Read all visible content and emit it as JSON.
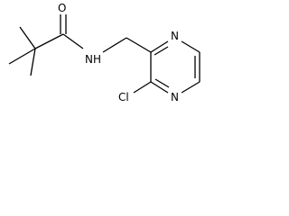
{
  "structure": {
    "atoms": {
      "oxygen": "O",
      "amide_nh": "NH",
      "ring_n_top": "N",
      "ring_n_bottom": "N",
      "chlorine": "Cl"
    }
  }
}
